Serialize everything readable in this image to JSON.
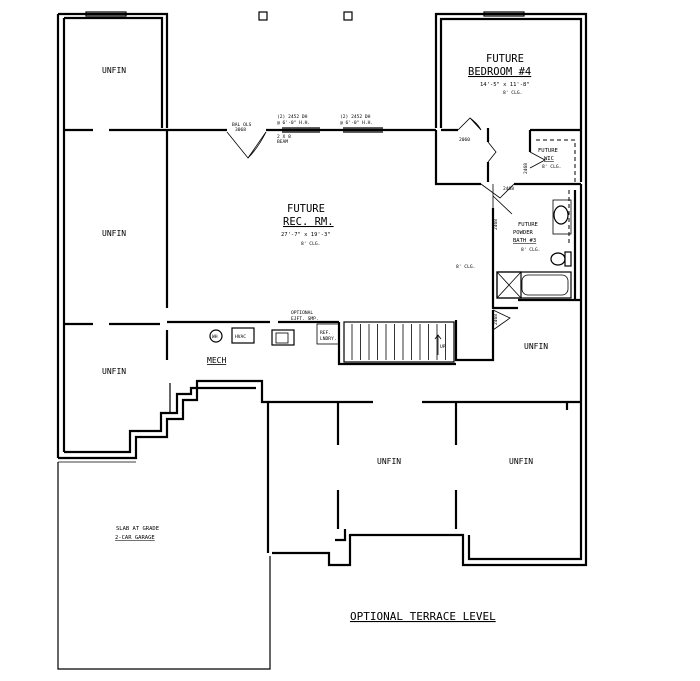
{
  "plan_title": "OPTIONAL TERRACE LEVEL",
  "rooms": {
    "unfin_top_left": "UNFIN",
    "unfin_mid_left": "UNFIN",
    "unfin_low_left": "UNFIN",
    "unfin_right": "UNFIN",
    "unfin_bottom_center": "UNFIN",
    "unfin_bottom_right": "UNFIN",
    "rec_room": {
      "line1": "FUTURE",
      "line2": "REC. RM.",
      "dims": "27'-7\" x 19'-3\"",
      "ceiling": "8' CLG."
    },
    "bedroom": {
      "line1": "FUTURE",
      "line2": "BEDROOM #4",
      "dims": "14'-5\" x 11'-8\"",
      "ceiling": "8' CLG."
    },
    "wic": {
      "line1": "FUTURE",
      "line2": "WIC",
      "ceiling": "8' CLG."
    },
    "powder": {
      "line1": "FUTURE",
      "line2": "POWDER",
      "line3": "BATH #3",
      "ceiling": "8' CLG."
    },
    "mech": "MECH",
    "garage": {
      "line1": "SLAB AT GRADE",
      "line2": "2-CAR GARAGE"
    }
  },
  "notes": {
    "ceiling_hall": "8' CLG.",
    "window1": {
      "line1": "(2) 2452 DH",
      "line2": "@ 6'-0\" H.H."
    },
    "window2": {
      "line1": "(2) 2452 DH",
      "line2": "@ 6'-0\" H.H."
    },
    "bal_door": {
      "line1": "BAL OLS",
      "line2": "3068"
    },
    "grp_beam": {
      "line1": "2 X 8",
      "line2": "BEAM"
    },
    "door_2060_a": "2060",
    "door_2468_a": "2468",
    "door_2468_b": "2468",
    "door_2468_c": "2468",
    "door_2468_d": "2468",
    "optional_ejt": {
      "line1": "OPTIONAL",
      "line2": "EJFT. SMP."
    },
    "wh": "WH",
    "hvac": "HVAC",
    "ref": {
      "line1": "REF.",
      "line2": "LNDRY."
    },
    "up": "UP"
  }
}
